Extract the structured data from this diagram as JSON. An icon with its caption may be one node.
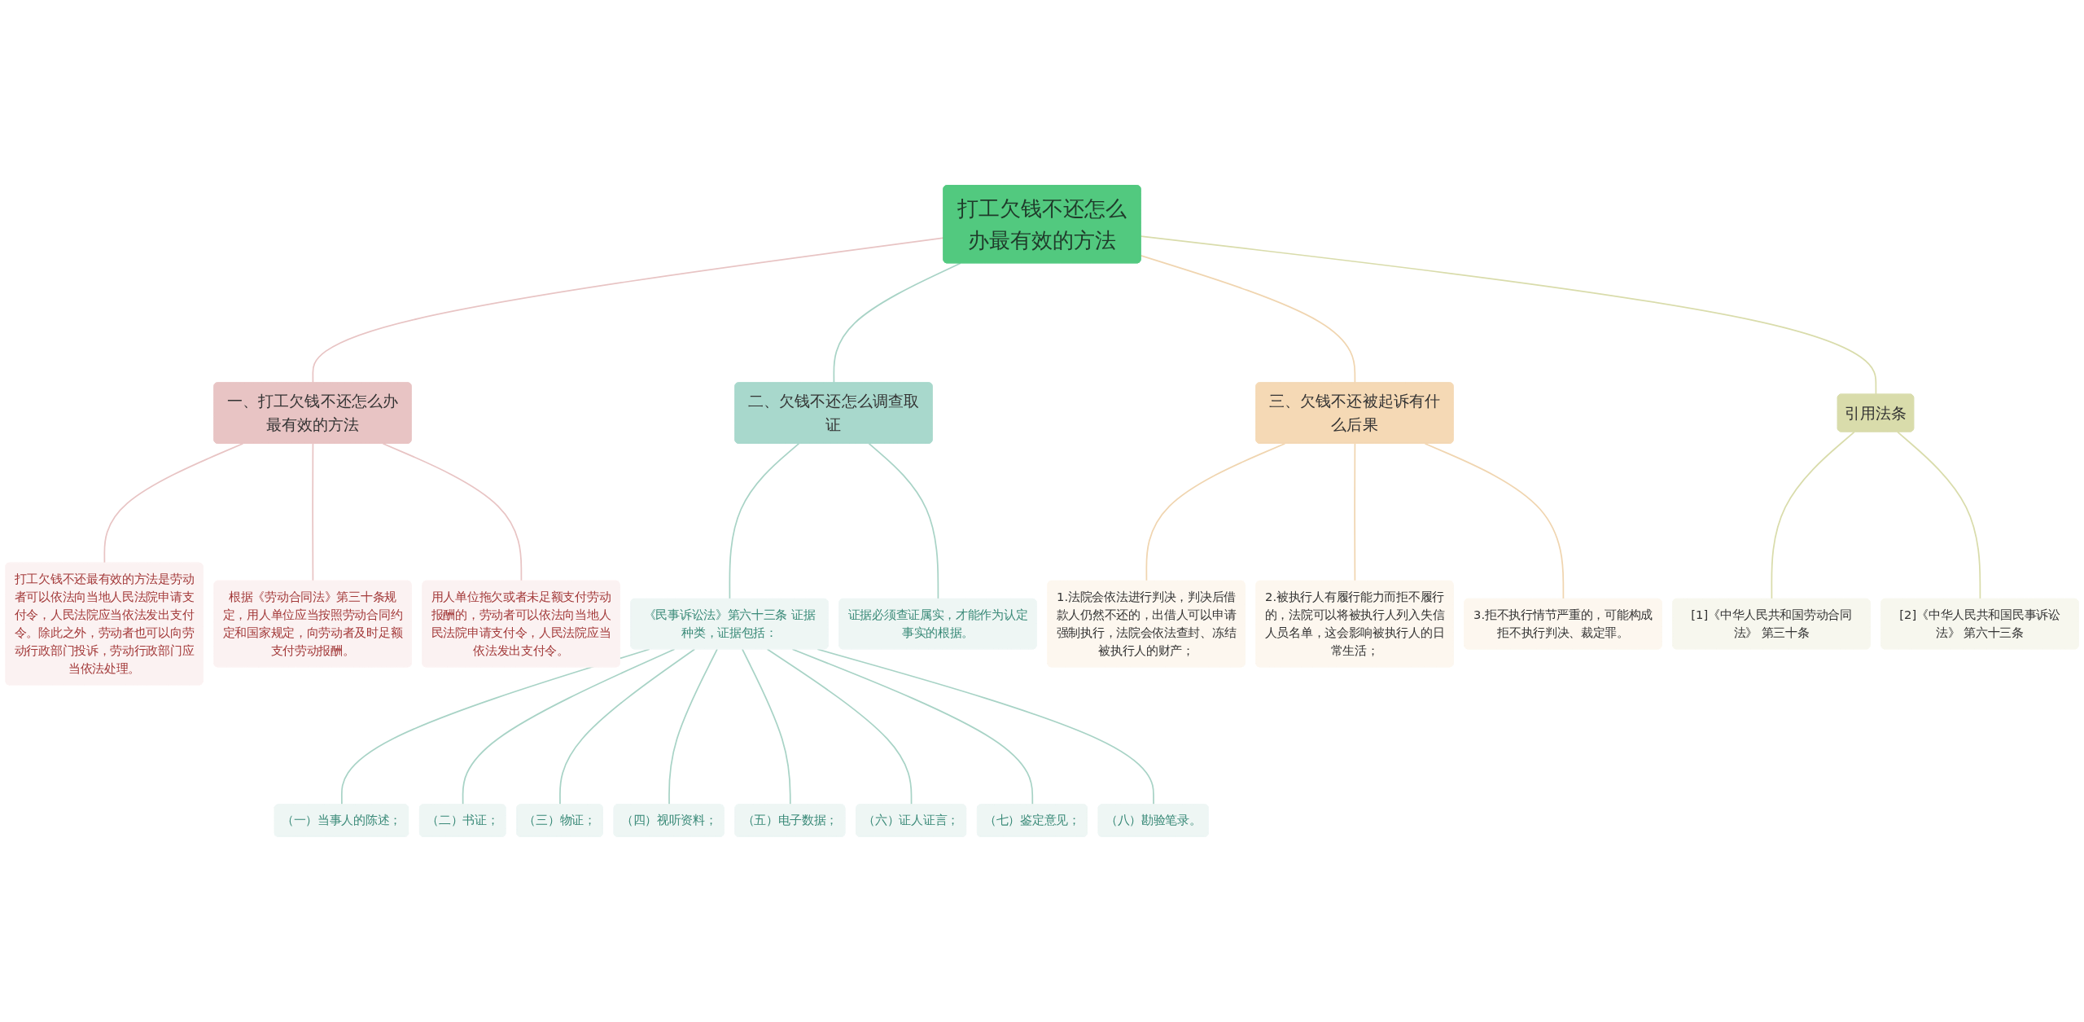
{
  "diagram": {
    "nodes": [
      {
        "text": [
          "打工欠钱不还怎么办最有效的方法"
        ]
      },
      {
        "text": [
          "一、打工欠钱不还怎么办最有效的方法"
        ]
      },
      {
        "text": [
          "打工欠钱不还最有效的方法是劳动者可以依法向当地人民法院申请支付令，人民法院应当依法发出支付令。除此之外，劳动者也可以向劳动行政部门投诉，劳动行政部门应当依法处理。"
        ]
      },
      {
        "text": [
          "根据《劳动合同法》第三十条规定，用人单位应当按照劳动合同约定和国家规定，向劳动者及时足额支付劳动报酬。"
        ]
      },
      {
        "text": [
          "用人单位拖欠或者未足额支付劳动报酬的，劳动者可以依法向当地人民法院申请支付令，人民法院应当依法发出支付令。"
        ]
      },
      {
        "text": [
          "二、欠钱不还怎么调查取证"
        ]
      },
      {
        "text": [
          "《民事诉讼法》第六十三条 证据种类，证据包括："
        ]
      },
      {
        "text": [
          "（一）当事人的陈述；"
        ]
      },
      {
        "text": [
          "（二）书证；"
        ]
      },
      {
        "text": [
          "（三）物证；"
        ]
      },
      {
        "text": [
          "（四）视听资料；"
        ]
      },
      {
        "text": [
          "（五）电子数据；"
        ]
      },
      {
        "text": [
          "（六）证人证言；"
        ]
      },
      {
        "text": [
          "（七）鉴定意见；"
        ]
      },
      {
        "text": [
          "（八）勘验笔录。"
        ]
      },
      {
        "text": [
          "证据必须查证属实，才能作为认定事实的根据。"
        ]
      },
      {
        "text": [
          "三、欠钱不还被起诉有什么后果"
        ]
      },
      {
        "text": [
          "1.法院会依法进行判决，判决后借款人仍然不还的，出借人可以申请强制执行，法院会依法查封、冻结被执行人的财产；"
        ]
      },
      {
        "text": [
          "2.被执行人有履行能力而拒不履行的，法院可以将被执行人列入失信人员名单，这会影响被执行人的日常生活；"
        ]
      },
      {
        "text": [
          "3.拒不执行情节严重的，可能构成拒不执行判决、裁定罪。"
        ]
      },
      {
        "text": [
          "引用法条"
        ]
      },
      {
        "text": [
          "[1]《中华人民共和国劳动合同法》 第三十条"
        ]
      },
      {
        "text": [
          "[2]《中华人民共和国民事诉讼法》 第六十三条"
        ]
      }
    ],
    "edges": [
      {
        "from": 0,
        "to": 1,
        "arrow": "none",
        "color": "#e8c4c4"
      },
      {
        "from": 1,
        "to": 2,
        "arrow": "none",
        "color": "#e8c4c4"
      },
      {
        "from": 1,
        "to": 3,
        "arrow": "none",
        "color": "#e8c4c4"
      },
      {
        "from": 1,
        "to": 4,
        "arrow": "none",
        "color": "#e8c4c4"
      },
      {
        "from": 0,
        "to": 5,
        "arrow": "none"
      },
      {
        "from": 5,
        "to": 6,
        "arrow": "none"
      },
      {
        "from": 6,
        "to": 7,
        "arrow": "none"
      },
      {
        "from": 6,
        "to": 8,
        "arrow": "none"
      },
      {
        "from": 6,
        "to": 9,
        "arrow": "none"
      },
      {
        "from": 6,
        "to": 10,
        "arrow": "none"
      },
      {
        "from": 6,
        "to": 11,
        "arrow": "none"
      },
      {
        "from": 6,
        "to": 12,
        "arrow": "none"
      },
      {
        "from": 6,
        "to": 13,
        "arrow": "none"
      },
      {
        "from": 6,
        "to": 14,
        "arrow": "none"
      },
      {
        "from": 5,
        "to": 15,
        "arrow": "none"
      },
      {
        "from": 0,
        "to": 16,
        "arrow": "none",
        "color": "#f0d5b0"
      },
      {
        "from": 16,
        "to": 17,
        "arrow": "none",
        "color": "#f0d5b0"
      },
      {
        "from": 16,
        "to": 18,
        "arrow": "none",
        "color": "#f0d5b0"
      },
      {
        "from": 16,
        "to": 19,
        "arrow": "none",
        "color": "#f0d5b0"
      },
      {
        "from": 0,
        "to": 20,
        "arrow": "none",
        "color": "#d9dcab"
      },
      {
        "from": 20,
        "to": 21,
        "arrow": "none",
        "color": "#d9dcab"
      },
      {
        "from": 20,
        "to": 22,
        "arrow": "none",
        "color": "#d9dcab"
      }
    ]
  }
}
